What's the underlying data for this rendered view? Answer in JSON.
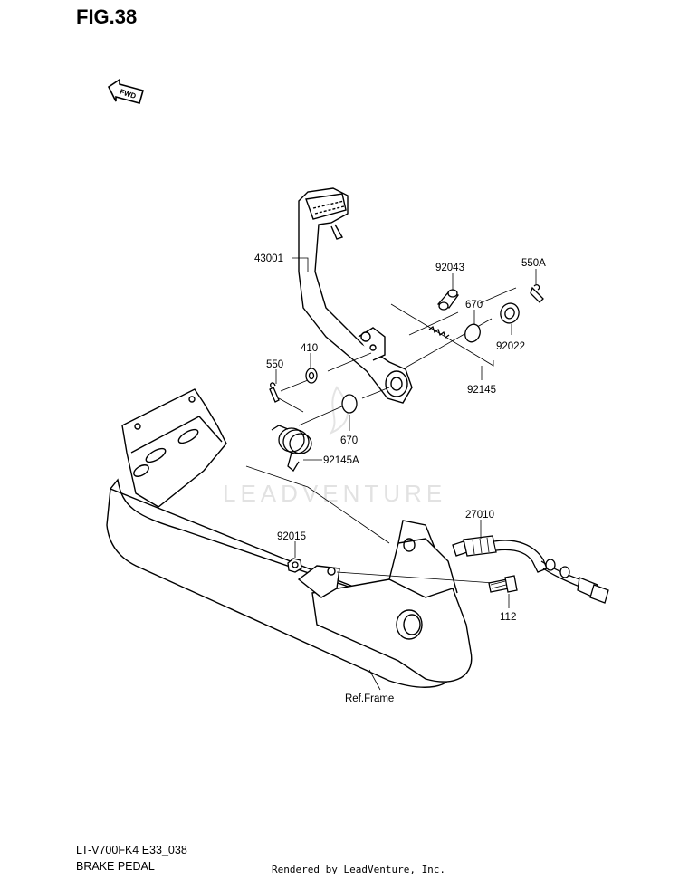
{
  "header": {
    "figure": "FIG.38",
    "fwd_badge": "FWD"
  },
  "watermark": "LEADVENTURE",
  "callouts": {
    "p43001": "43001",
    "p92043": "92043",
    "p550A": "550A",
    "p670_top": "670",
    "p410": "410",
    "p92022": "92022",
    "p550": "550",
    "p92145": "92145",
    "p670_low": "670",
    "p92145A": "92145A",
    "p27010": "27010",
    "p92015": "92015",
    "p112": "112",
    "ref_frame": "Ref.Frame"
  },
  "footer": {
    "model": "LT-V700FK4 E33_038",
    "name": "BRAKE PEDAL",
    "rendered_by": "Rendered by LeadVenture, Inc."
  }
}
